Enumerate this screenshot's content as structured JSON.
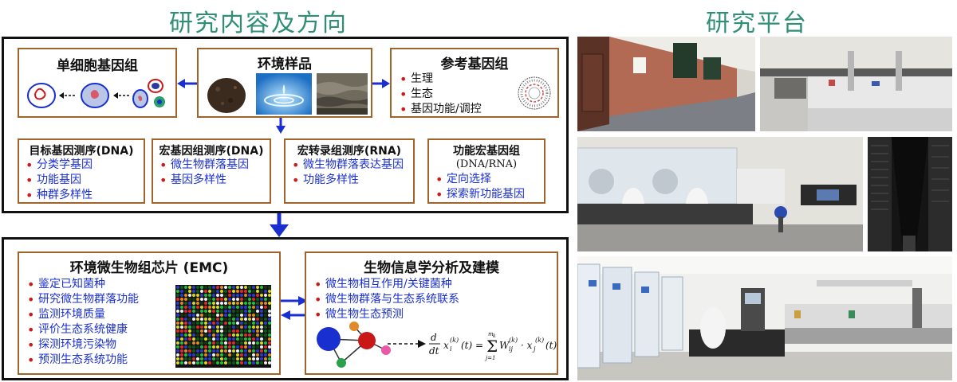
{
  "headings": {
    "research": "研究内容及方向",
    "platform": "研究平台"
  },
  "top_panel": {
    "single_cell": {
      "title": "单细胞基因组"
    },
    "env_samples": {
      "title": "环境样品"
    },
    "reference_genome": {
      "title": "参考基因组",
      "items": [
        "生理",
        "生态",
        "基因功能/调控"
      ]
    },
    "target_gene": {
      "title": "目标基因测序(DNA)",
      "items": [
        "分类学基因",
        "功能基因",
        "种群多样性"
      ]
    },
    "metagenome": {
      "title": "宏基因组测序(DNA)",
      "items": [
        "微生物群落基因",
        "基因多样性"
      ]
    },
    "metatranscriptome": {
      "title": "宏转录组测序(RNA)",
      "items": [
        "微生物群落表达基因",
        "功能多样性"
      ]
    },
    "functional_metagenome": {
      "title": "功能宏基因组",
      "subtitle": "(DNA/RNA)",
      "items": [
        "定向选择",
        "探索新功能基因"
      ]
    }
  },
  "bottom_panel": {
    "emc": {
      "title": "环境微生物组芯片 (EMC)",
      "items": [
        "鉴定已知菌种",
        "研究微生物群落功能",
        "监测环境质量",
        "评价生态系统健康",
        "探测环境污染物",
        "预测生态系统功能"
      ]
    },
    "bioinfo": {
      "title": "生物信息学分析及建模",
      "items": [
        "微生物相互作用/关键菌种",
        "微生物群落与生态系统联系",
        "微生物生态预测"
      ]
    }
  },
  "colors": {
    "heading": "#2f8f72",
    "box_border": "#a0642a",
    "arrow": "#1a2fd0",
    "bullet": "#d01818",
    "blue_text": "#1a2fd0"
  }
}
